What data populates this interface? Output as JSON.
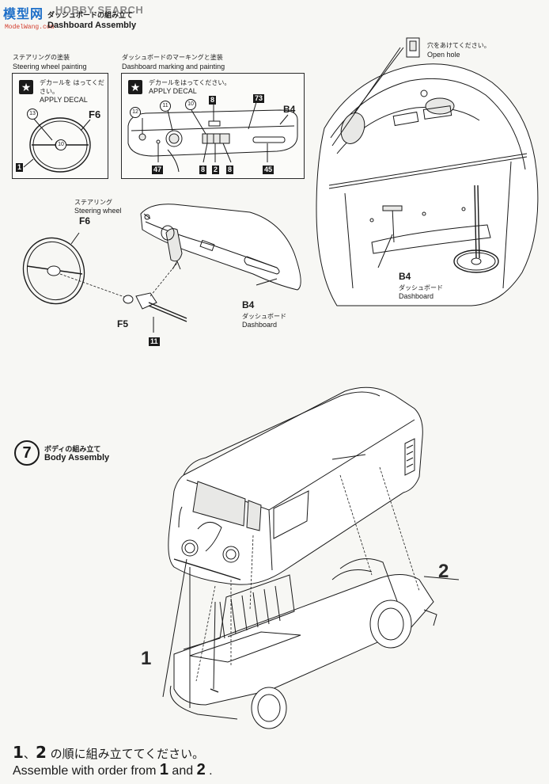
{
  "watermark": {
    "cn": "模型网",
    "en": "HOBBY SEARCH",
    "url": "ModelWang.com"
  },
  "step6": {
    "title_jp": "ダッシュボードの組み立て",
    "title_en": "Dashboard Assembly"
  },
  "steering_box": {
    "title_jp": "ステアリングの塗装",
    "title_en": "Steering wheel painting",
    "decal_jp": "デカールを はってください。",
    "decal_en": "APPLY DECAL",
    "part_f6": "F6",
    "num_13": "13",
    "num_10": "10",
    "num_1": "1"
  },
  "dash_box": {
    "title_jp": "ダッシュボードのマーキングと塗装",
    "title_en": "Dashboard marking and painting",
    "decal_jp": "デカールをはってください。",
    "decal_en": "APPLY DECAL",
    "part_b4": "B4",
    "n12": "12",
    "n11": "11",
    "n10": "10",
    "n8a": "8",
    "n73": "73",
    "n47": "47",
    "n8b": "8",
    "n2": "2",
    "n8c": "8",
    "n45": "45"
  },
  "assembly6": {
    "steering_jp": "ステアリング",
    "steering_en": "Steering wheel",
    "f6": "F6",
    "f5": "F5",
    "n11": "11",
    "b4": "B4",
    "dash_jp": "ダッシュボード",
    "dash_en": "Dashboard"
  },
  "interior": {
    "open_hole_jp": "穴をあけてください。",
    "open_hole_en": "Open hole",
    "b4": "B4",
    "dash_jp": "ダッシュボード",
    "dash_en": "Dashboard"
  },
  "step7": {
    "number": "7",
    "title_jp": "ボディの組み立て",
    "title_en": "Body Assembly",
    "label_1": "1",
    "label_2": "2"
  },
  "footer": {
    "jp_num1": "1",
    "jp_sep": "、",
    "jp_num2": "2",
    "jp_text": " の順に組み立ててください。",
    "en_text": "Assemble with order from ",
    "en_num1": "1",
    "en_and": " and ",
    "en_num2": "2",
    "en_end": " ."
  }
}
